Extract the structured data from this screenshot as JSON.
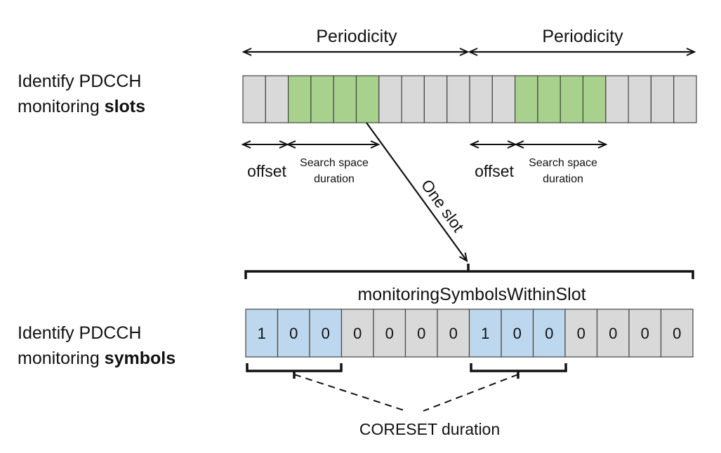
{
  "left_labels": {
    "slots": {
      "line1": "Identify PDCCH",
      "line2_prefix": "monitoring ",
      "line2_bold": "slots"
    },
    "symbols": {
      "line1": "Identify PDCCH",
      "line2_prefix": "monitoring ",
      "line2_bold": "symbols"
    }
  },
  "slot_row": {
    "periodicity_labels": [
      "Periodicity",
      "Periodicity"
    ],
    "cells": [
      "gray",
      "gray",
      "green",
      "green",
      "green",
      "green",
      "gray",
      "gray",
      "gray",
      "gray",
      "gray",
      "gray",
      "green",
      "green",
      "green",
      "green",
      "gray",
      "gray",
      "gray",
      "gray"
    ],
    "offset_labels": [
      "offset",
      "offset"
    ],
    "search_space_labels": [
      {
        "line1": "Search space",
        "line2": "duration"
      },
      {
        "line1": "Search space",
        "line2": "duration"
      }
    ],
    "one_slot_label": "One slot"
  },
  "symbol_row": {
    "title": "monitoringSymbolsWithinSlot",
    "values": [
      "1",
      "0",
      "0",
      "0",
      "0",
      "0",
      "0",
      "1",
      "0",
      "0",
      "0",
      "0",
      "0",
      "0"
    ],
    "cells": [
      "blue",
      "blue",
      "blue",
      "gray",
      "gray",
      "gray",
      "gray",
      "blue",
      "blue",
      "blue",
      "gray",
      "gray",
      "gray",
      "gray"
    ],
    "coreset_label": "CORESET duration"
  },
  "colors": {
    "gray": "#d9d9d9",
    "green": "#a9d18e",
    "blue": "#bdd7ee",
    "stroke": "#111111"
  }
}
